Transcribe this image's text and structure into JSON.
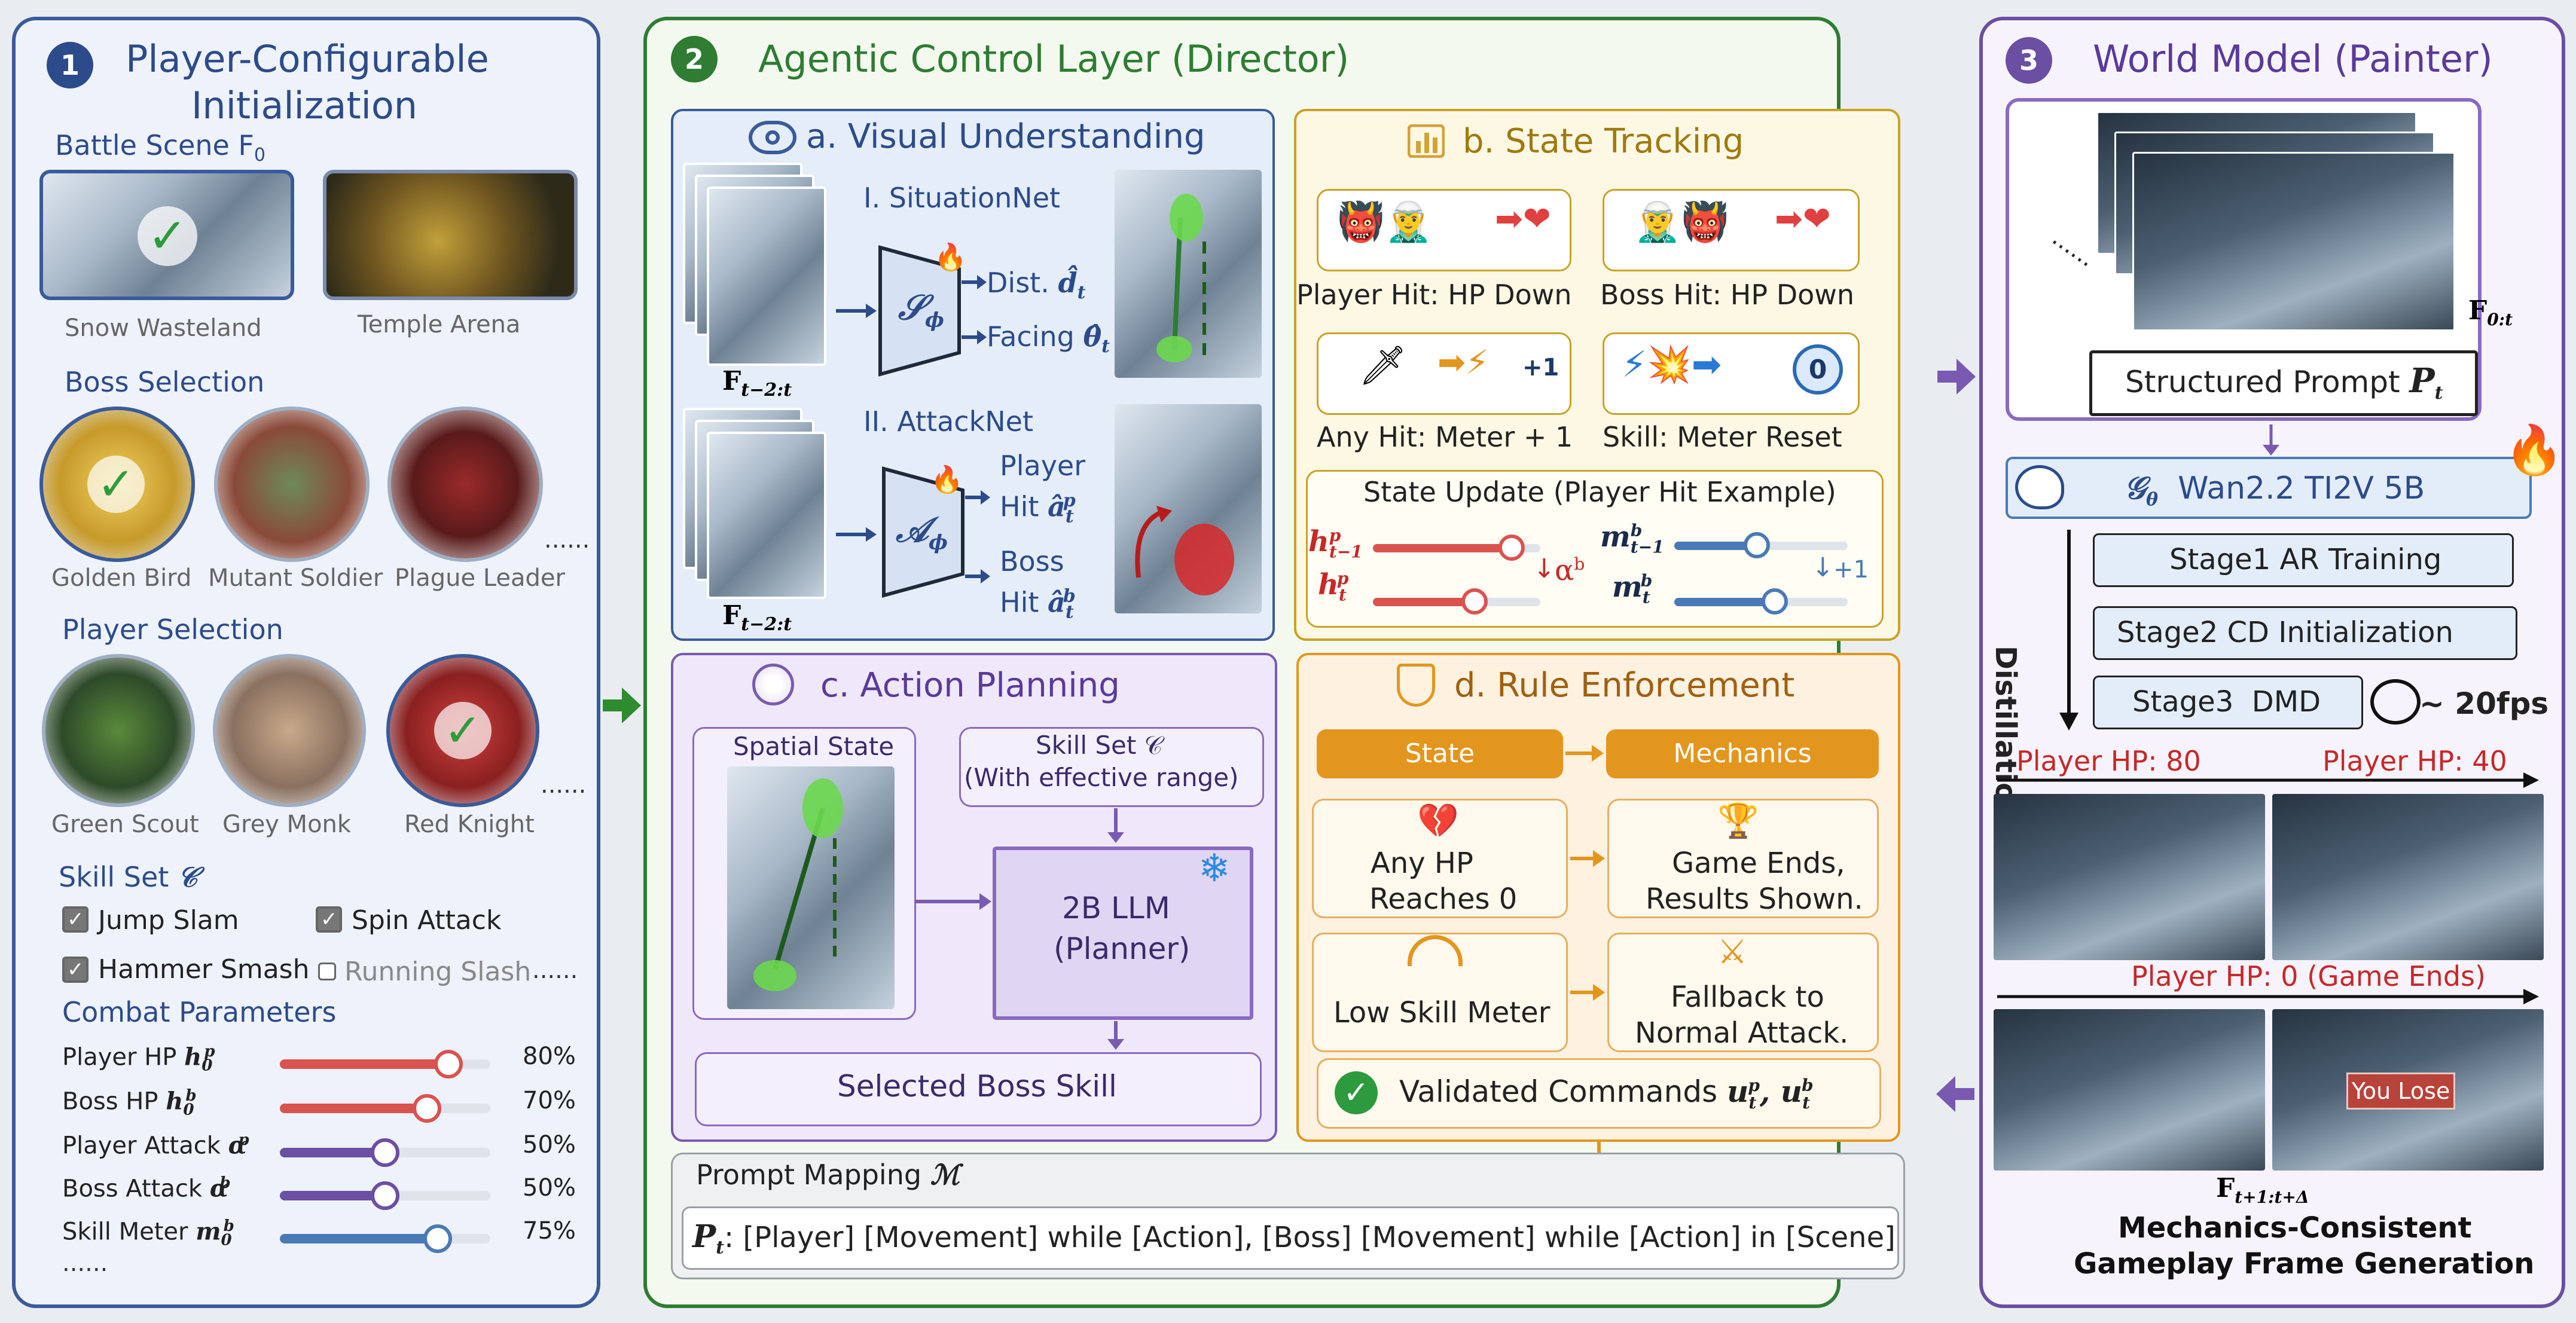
{
  "panel1": {
    "num": "1",
    "title_l1": "Player-Configurable",
    "title_l2": "Initialization",
    "battle_scene": "Battle Scene F",
    "battle_scene_sub": "0",
    "scenes": [
      "Snow Wasteland",
      "Temple Arena"
    ],
    "boss_heading": "Boss Selection",
    "bosses": [
      "Golden Bird",
      "Mutant Soldier",
      "Plague Leader"
    ],
    "ellipsis": "......",
    "player_heading": "Player Selection",
    "players": [
      "Green Scout",
      "Grey Monk",
      "Red Knight"
    ],
    "skill_heading": "Skill Set ",
    "skill_sym": "𝒞",
    "skills": [
      {
        "label": "Jump Slam",
        "checked": true
      },
      {
        "label": "Spin Attack",
        "checked": true
      },
      {
        "label": "Hammer Smash",
        "checked": true
      },
      {
        "label": "Running Slash",
        "checked": false
      }
    ],
    "combat_heading": "Combat Parameters",
    "params": [
      {
        "label": "Player HP ",
        "sym": "h",
        "sup": "p",
        "sub": "0",
        "value": "80%",
        "level": 0.8,
        "color": "#d9534f"
      },
      {
        "label": "Boss HP ",
        "sym": "h",
        "sup": "b",
        "sub": "0",
        "value": "70%",
        "level": 0.7,
        "color": "#d9534f"
      },
      {
        "label": "Player Attack ",
        "sym": "α",
        "sup": "p",
        "sub": "",
        "value": "50%",
        "level": 0.5,
        "color": "#6b4fa3"
      },
      {
        "label": "Boss Attack ",
        "sym": "α",
        "sup": "b",
        "sub": "",
        "value": "50%",
        "level": 0.5,
        "color": "#6b4fa3"
      },
      {
        "label": "Skill Meter ",
        "sym": "m",
        "sup": "b",
        "sub": "0",
        "value": "75%",
        "level": 0.75,
        "color": "#4a7ab5"
      }
    ]
  },
  "panel2": {
    "num": "2",
    "title": "Agentic Control Layer (Director)",
    "a_title": "a. Visual Understanding",
    "situation": "I. SituationNet",
    "s_phi": "𝒮",
    "phi": "ϕ",
    "dist": "Dist. ",
    "dist_sym": "d̂",
    "facing": "Facing ",
    "facing_sym": "θ̂",
    "t": "t",
    "f_label": "F",
    "f_sub": "t−2:t",
    "attack": "II. AttackNet",
    "a_phi": "𝒜",
    "player": "Player",
    "hit": "Hit ",
    "a_sym": "â",
    "boss": "Boss",
    "p": "p",
    "b": "b",
    "b_title": "b. State Tracking",
    "st": [
      "Player Hit: HP Down",
      "Boss Hit: HP Down",
      "Any Hit: Meter + 1",
      "Skill: Meter Reset"
    ],
    "plus1": "+1",
    "zero": "0",
    "su_title": "State Update (Player Hit Example)",
    "su_alpha": "α",
    "su_alpha_sup": "b",
    "su_plus": "+1",
    "c_title": "c. Action Planning",
    "spatial": "Spatial State",
    "skillset_l1": "Skill Set 𝒞",
    "skillset_l2": "(With effective range)",
    "llm_l1": "2B LLM",
    "llm_l2": "(Planner)",
    "selected": "Selected Boss Skill",
    "d_title": "d. Rule Enforcement",
    "state": "State",
    "mechanics": "Mechanics",
    "r1a_l1": "Any HP",
    "r1a_l2": "Reaches 0",
    "r1b_l1": "Game Ends,",
    "r1b_l2": "Results Shown.",
    "r2a": "Low Skill Meter",
    "r2b_l1": "Fallback to",
    "r2b_l2": "Normal Attack.",
    "validated": "Validated Commands ",
    "pm_title": "Prompt Mapping ",
    "pm_sym": "ℳ",
    "pm_p": "P",
    "pm_text": ": [Player] [Movement] while [Action], [Boss] [Movement] while [Action] in [Scene]"
  },
  "panel3": {
    "num": "3",
    "title": "World Model (Painter)",
    "f0t": "F",
    "f0t_sub": "0:t",
    "structured": "Structured Prompt ",
    "p_t": "P",
    "g_sym": "𝒢",
    "theta": "θ",
    "model": "Wan2.2 TI2V 5B",
    "distill": "Distillation",
    "stages": [
      "Stage1 AR Training",
      "Stage2 CD Initialization",
      "Stage3  DMD"
    ],
    "fps": "~ 20fps",
    "hp80": "Player HP: 80",
    "hp40": "Player HP: 40",
    "hp0": "Player HP: 0 (Game Ends)",
    "you_lose": "You Lose",
    "f_out": "F",
    "f_out_sub": "t+1:t+Δ",
    "cap_l1": "Mechanics-Consistent",
    "cap_l2": "Gameplay Frame Generation"
  },
  "colors": {
    "blue": "#3a5a9a",
    "green": "#2e7d32",
    "purple": "#6b4fa3",
    "gold": "#b8860b",
    "orange": "#e3961e",
    "red": "#c62828"
  }
}
